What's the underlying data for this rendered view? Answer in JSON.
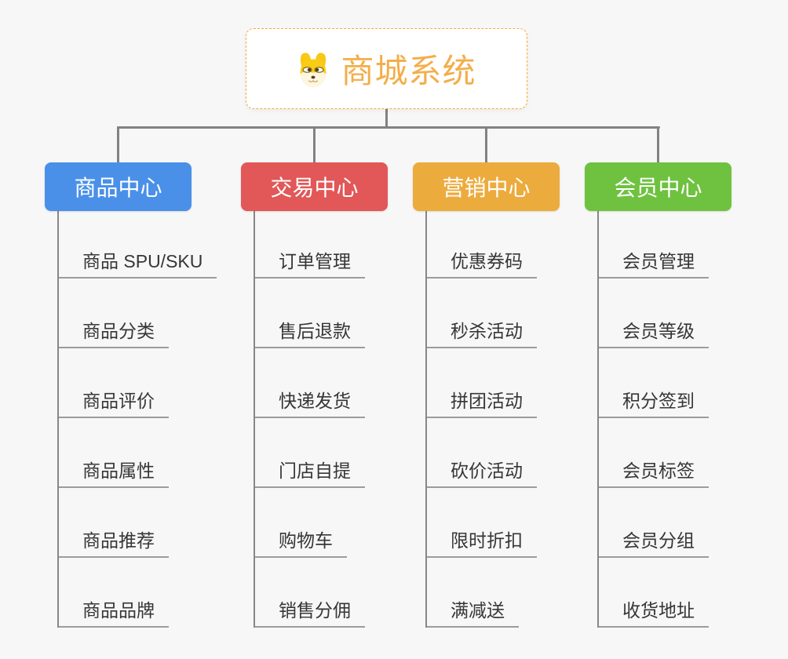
{
  "root": {
    "title": "商城系统",
    "icon": "doge-mascot-icon",
    "title_color": "#f3ae4a",
    "border_color": "#f6ab37"
  },
  "connector_color": "#828282",
  "leaf_line_color": "#9c9c9c",
  "background_color": "#f7f7f7",
  "branches": [
    {
      "label": "商品中心",
      "color": "#4a90e8",
      "children": [
        "商品 SPU/SKU",
        "商品分类",
        "商品评价",
        "商品属性",
        "商品推荐",
        "商品品牌"
      ]
    },
    {
      "label": "交易中心",
      "color": "#e25757",
      "children": [
        "订单管理",
        "售后退款",
        "快递发货",
        "门店自提",
        "购物车",
        "销售分佣"
      ]
    },
    {
      "label": "营销中心",
      "color": "#ecab3d",
      "children": [
        "优惠券码",
        "秒杀活动",
        "拼团活动",
        "砍价活动",
        "限时折扣",
        "满减送"
      ]
    },
    {
      "label": "会员中心",
      "color": "#6fc240",
      "children": [
        "会员管理",
        "会员等级",
        "积分签到",
        "会员标签",
        "会员分组",
        "收货地址"
      ]
    }
  ]
}
